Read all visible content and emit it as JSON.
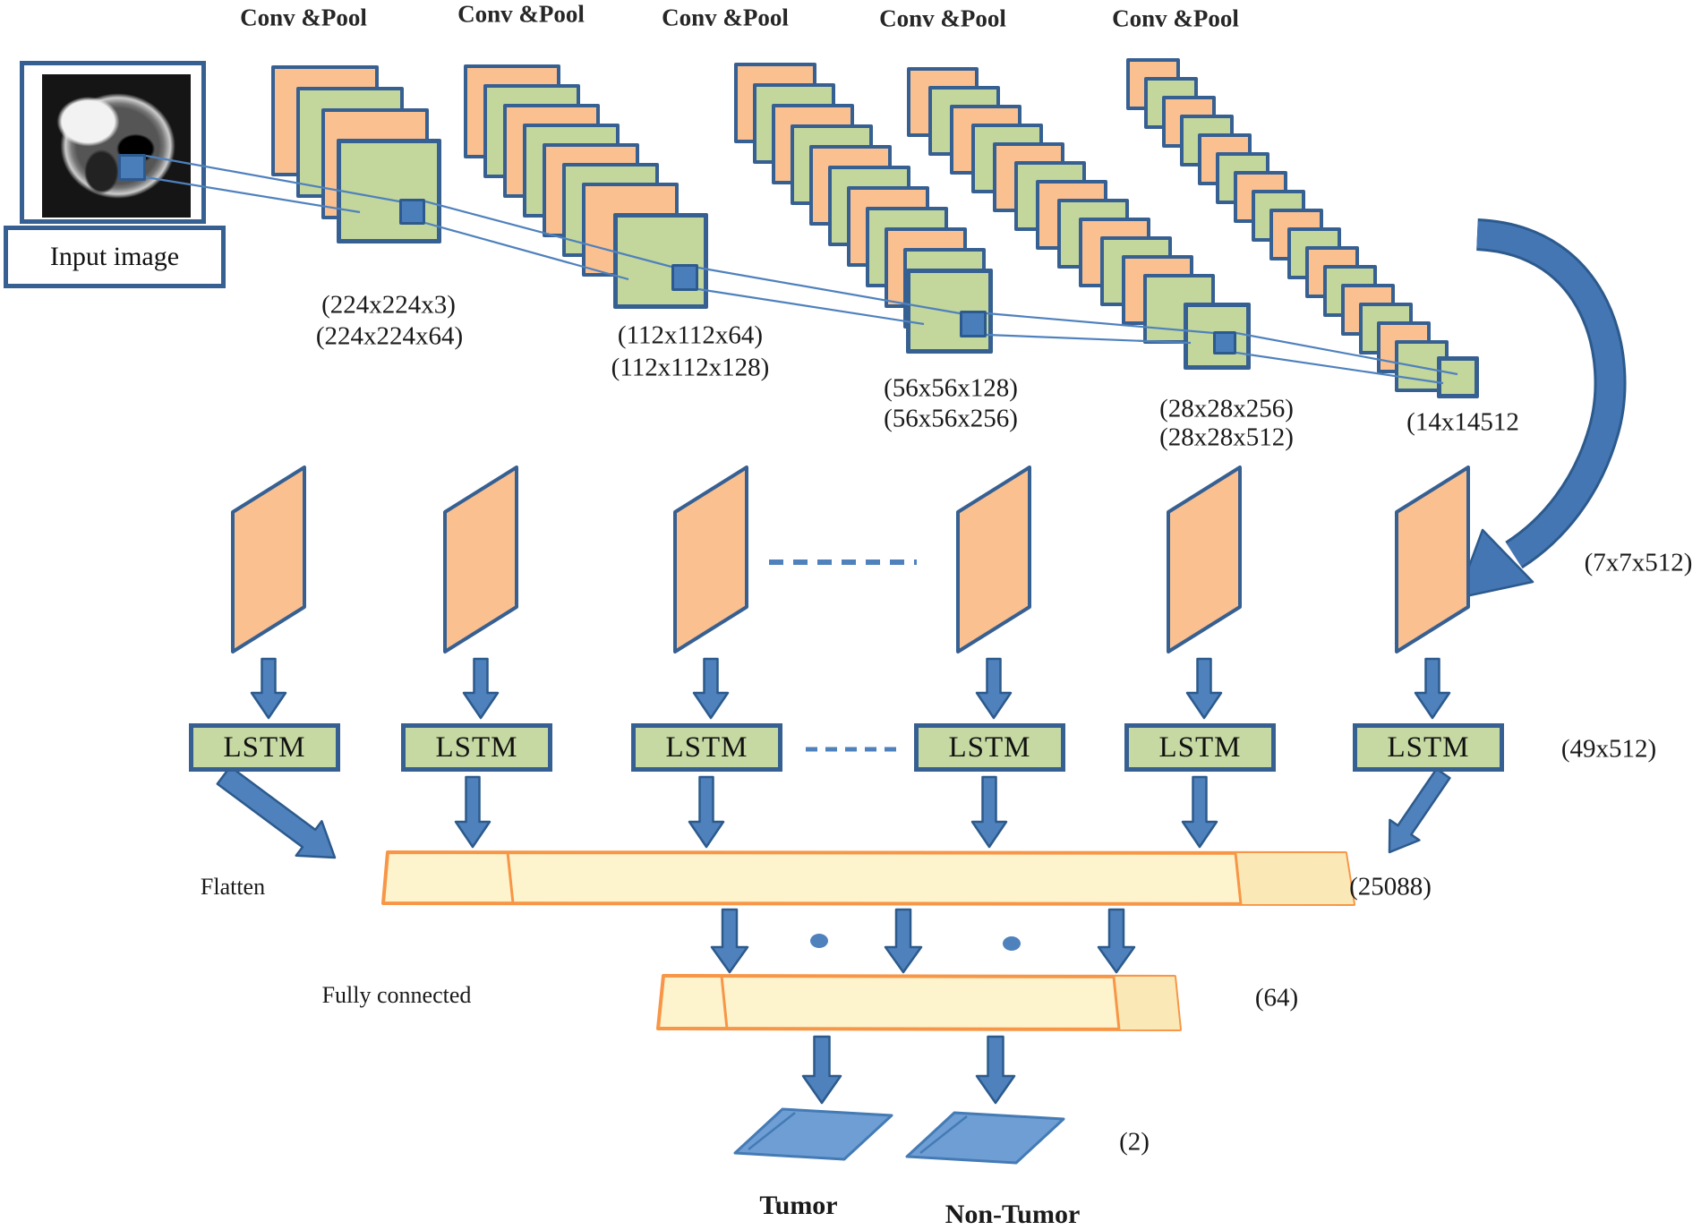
{
  "diagram": {
    "conv_pool_labels": [
      "Conv &Pool",
      "Conv &Pool",
      "Conv &Pool",
      "Conv &Pool",
      "Conv &Pool"
    ],
    "input_label": "Input image",
    "stack_dims": [
      {
        "line1": "(224x224x3)",
        "line2": "(224x224x64)"
      },
      {
        "line1": "(112x112x64)",
        "line2": "(112x112x128)"
      },
      {
        "line1": "(56x56x128)",
        "line2": "(56x56x256)"
      },
      {
        "line1": "(28x28x256)",
        "line2": "(28x28x512)"
      }
    ],
    "last_pool_dim": "(14x14512",
    "reshape_dim": "(7x7x512)",
    "lstm_label": "LSTM",
    "lstm_count": 6,
    "lstm_output_dim": "(49x512)",
    "flatten_label": "Flatten",
    "flatten_dim": "(25088)",
    "fc_label": "Fully connected",
    "fc_dim": "(64)",
    "output_dim": "(2)",
    "output_classes": [
      "Tumor",
      "Non-Tumor"
    ],
    "colors": {
      "feature_map_orange": "#fac090",
      "feature_map_green": "#c3d69b",
      "border_blue": "#376092",
      "arrow_blue": "#4f81bd",
      "bar_fill": "#fdf3cd",
      "bar_segment_fill": "#fbe8b7",
      "bar_border": "#f79646",
      "output_plate_blue": "#6f9ed4"
    }
  }
}
